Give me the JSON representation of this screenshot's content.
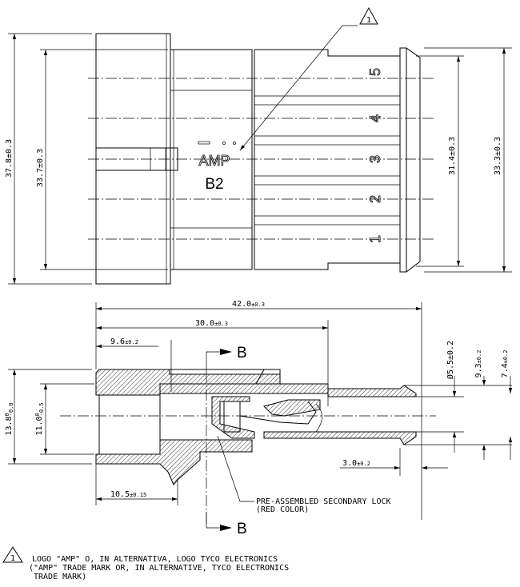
{
  "top_view": {
    "dim_outer_height": "37.8±0.3",
    "dim_body_height": "33.7±0.3",
    "dim_contact_span": "31.4±0.3",
    "dim_cap_height": "33.3±0.3",
    "logo": "AMP",
    "code": "B2",
    "cavity_numbers": [
      "5",
      "4",
      "3",
      "2",
      "1"
    ],
    "revision_mark": "1"
  },
  "section_view": {
    "dim_total_length": {
      "value": "42.0",
      "tol": "±0.3"
    },
    "dim_body_length": {
      "value": "30.0",
      "tol": "±0.3"
    },
    "dim_flange_length": {
      "value": "9.6",
      "tol": "±0.2"
    },
    "dim_shoulder_length": {
      "value": "10.5",
      "tol": "±0.15"
    },
    "dim_outer_dia": {
      "value": "13.8",
      "tol_upper": "0",
      "tol_lower": "-0.8"
    },
    "dim_inner_dia": {
      "value": "11.0",
      "tol_upper": "0",
      "tol_lower": "-0.5"
    },
    "dim_tube_dia": "Ø5.5±0.2",
    "dim_barb_dia": {
      "value": "9.3",
      "tol": "±0.2"
    },
    "dim_tube_outer": {
      "value": "7.4",
      "tol": "±0.2"
    },
    "dim_barb_length": {
      "value": "3.0",
      "tol": "±0.2"
    },
    "section_label_top": "B",
    "section_label_bottom": "B",
    "callout_line1": "PRE-ASSEMBLED SECONDARY LOCK",
    "callout_line2": "(RED COLOR)"
  },
  "footnote": {
    "mark": "1",
    "line1": "LOGO \"AMP\" O, IN ALTERNATIVA, LOGO TYCO ELECTRONICS",
    "line2": "(\"AMP\" TRADE MARK OR, IN ALTERNATIVE, TYCO ELECTRONICS",
    "line3": "TRADE MARK)"
  }
}
